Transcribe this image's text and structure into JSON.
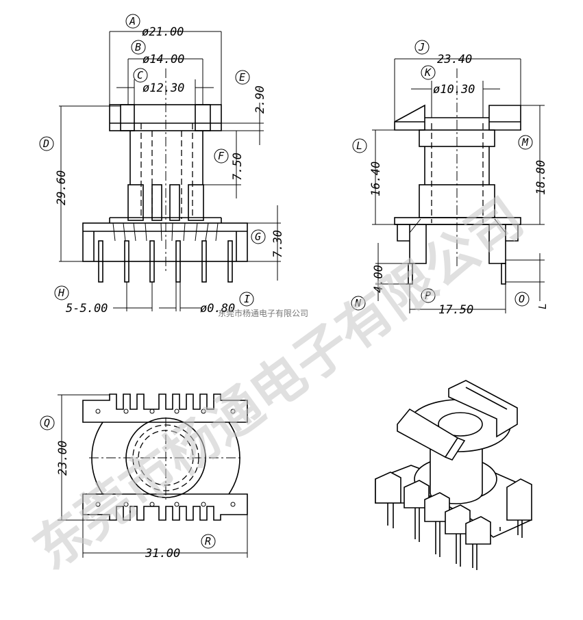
{
  "watermark": {
    "big": "东莞市杨通电子有限公司",
    "small": "东莞市杨通电子有限公司"
  },
  "front_view": {
    "labels": {
      "A": "A",
      "B": "B",
      "C": "C",
      "D": "D",
      "E": "E",
      "F": "F",
      "G": "G",
      "H": "H",
      "I": "I"
    },
    "dims": {
      "A": "ø21.00",
      "B": "ø14.00",
      "C": "ø12.30",
      "D": "29.60",
      "E": "2.90",
      "F": "7.50",
      "G": "7.30",
      "H": "5-5.00",
      "I": "ø0.80"
    }
  },
  "side_view": {
    "labels": {
      "J": "J",
      "K": "K",
      "L": "L",
      "M": "M",
      "N": "N",
      "O": "O",
      "P": "P",
      "L2": "L"
    },
    "dims": {
      "J": "23.40",
      "K": "ø10.30",
      "L": "16.40",
      "M": "18.80",
      "N": "4.00",
      "P": "17.50"
    }
  },
  "top_view": {
    "labels": {
      "Q": "Q",
      "R": "R"
    },
    "dims": {
      "Q": "23.00",
      "R": "31.00"
    }
  }
}
